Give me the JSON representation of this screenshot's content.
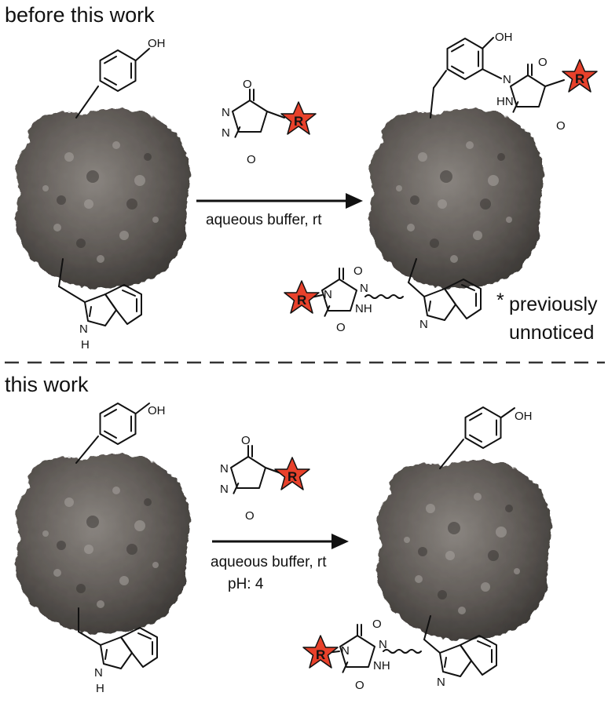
{
  "sections": {
    "before": {
      "title": "before this work",
      "condition": "aqueous buffer, rt"
    },
    "after": {
      "title": "this work",
      "condition_line1": "aqueous buffer, rt",
      "condition_line2": "pH: 4"
    }
  },
  "note": {
    "line1": "previously",
    "line2": "unnoticed",
    "marker": "*"
  },
  "atoms": {
    "hydroxyl": "OH",
    "oxygen": "O",
    "nitrogen": "N",
    "nh": "NH",
    "hn": "HN",
    "h": "H",
    "r_group": "R"
  },
  "colors": {
    "protein": "#5f5a56",
    "star": "#e8412b",
    "ink": "#111111"
  },
  "icons": {
    "protein": "protein-surface",
    "label": "star-r-group"
  }
}
